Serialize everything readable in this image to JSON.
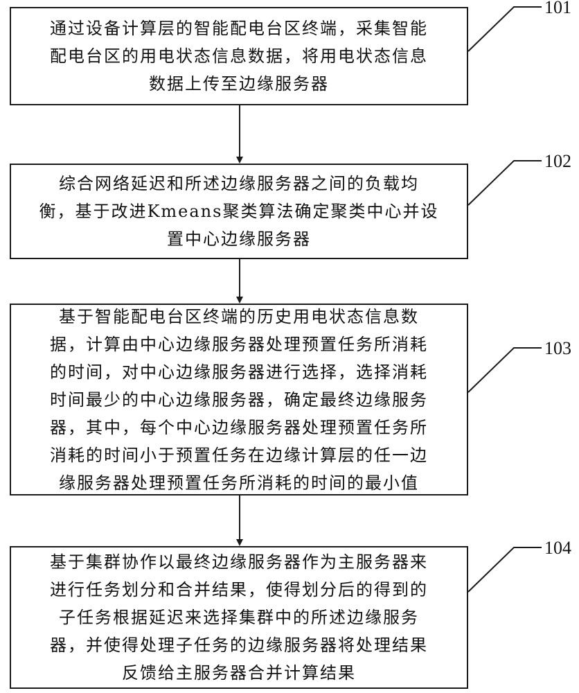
{
  "steps": [
    {
      "label": "101",
      "text": "通过设备计算层的智能配电台区终端，采集智能\n配电台区的用电状态信息数据，将用电状态信息\n数据上传至边缘服务器"
    },
    {
      "label": "102",
      "text": "综合网络延迟和所述边缘服务器之间的负载均\n衡，基于改进Kmeans聚类算法确定聚类中心并设\n置中心边缘服务器"
    },
    {
      "label": "103",
      "text": "基于智能配电台区终端的历史用电状态信息数\n据，计算由中心边缘服务器处理预置任务所消耗\n的时间，对中心边缘服务器进行选择，选择消耗\n时间最少的中心边缘服务器，确定最终边缘服务\n器，其中，每个中心边缘服务器处理预置任务所\n消耗的时间小于预置任务在边缘计算层的任一边\n缘服务器处理预置任务所消耗的时间的最小值"
    },
    {
      "label": "104",
      "text": "基于集群协作以最终边缘服务器作为主服务器来\n进行任务划分和合并结果，使得划分后的得到的\n子任务根据延迟来选择集群中的所述边缘服务\n器，并使得处理子任务的边缘服务器将处理结果\n反馈给主服务器合并计算结果"
    }
  ]
}
